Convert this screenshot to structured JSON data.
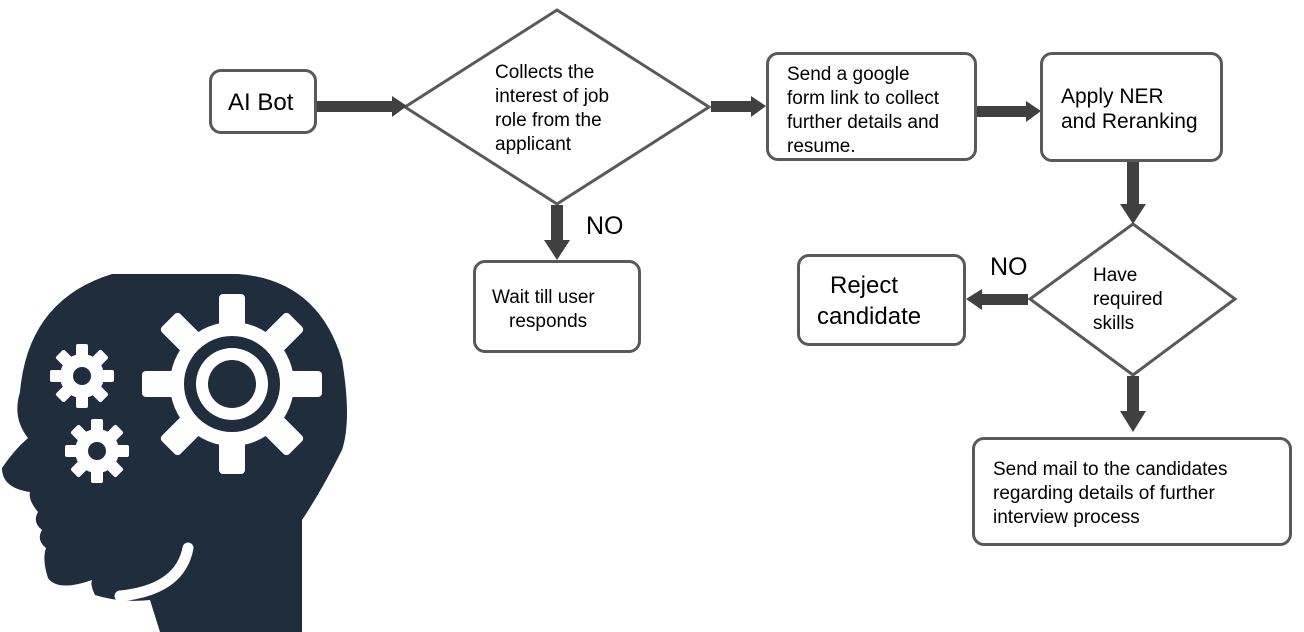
{
  "diagram": {
    "start": "AI Bot",
    "collect_interest": [
      "Collects the",
      "interest of job",
      "role from the",
      "applicant"
    ],
    "wait": [
      "Wait till user",
      "responds"
    ],
    "send_form": [
      "Send a google",
      "form link to collect",
      "further details and",
      "resume."
    ],
    "ner": [
      "Apply NER",
      "and Reranking"
    ],
    "skills_check": [
      "Have",
      "required",
      "skills"
    ],
    "reject": [
      "Reject",
      "candidate"
    ],
    "send_mail": [
      "Send mail to the candidates",
      "regarding details of further",
      "interview process"
    ],
    "no_label_1": "NO",
    "no_label_2": "NO"
  },
  "colors": {
    "border": "#595959",
    "arrow": "#404040",
    "head": "#1f2d3d"
  },
  "icons": [
    "head-with-gears-icon"
  ]
}
